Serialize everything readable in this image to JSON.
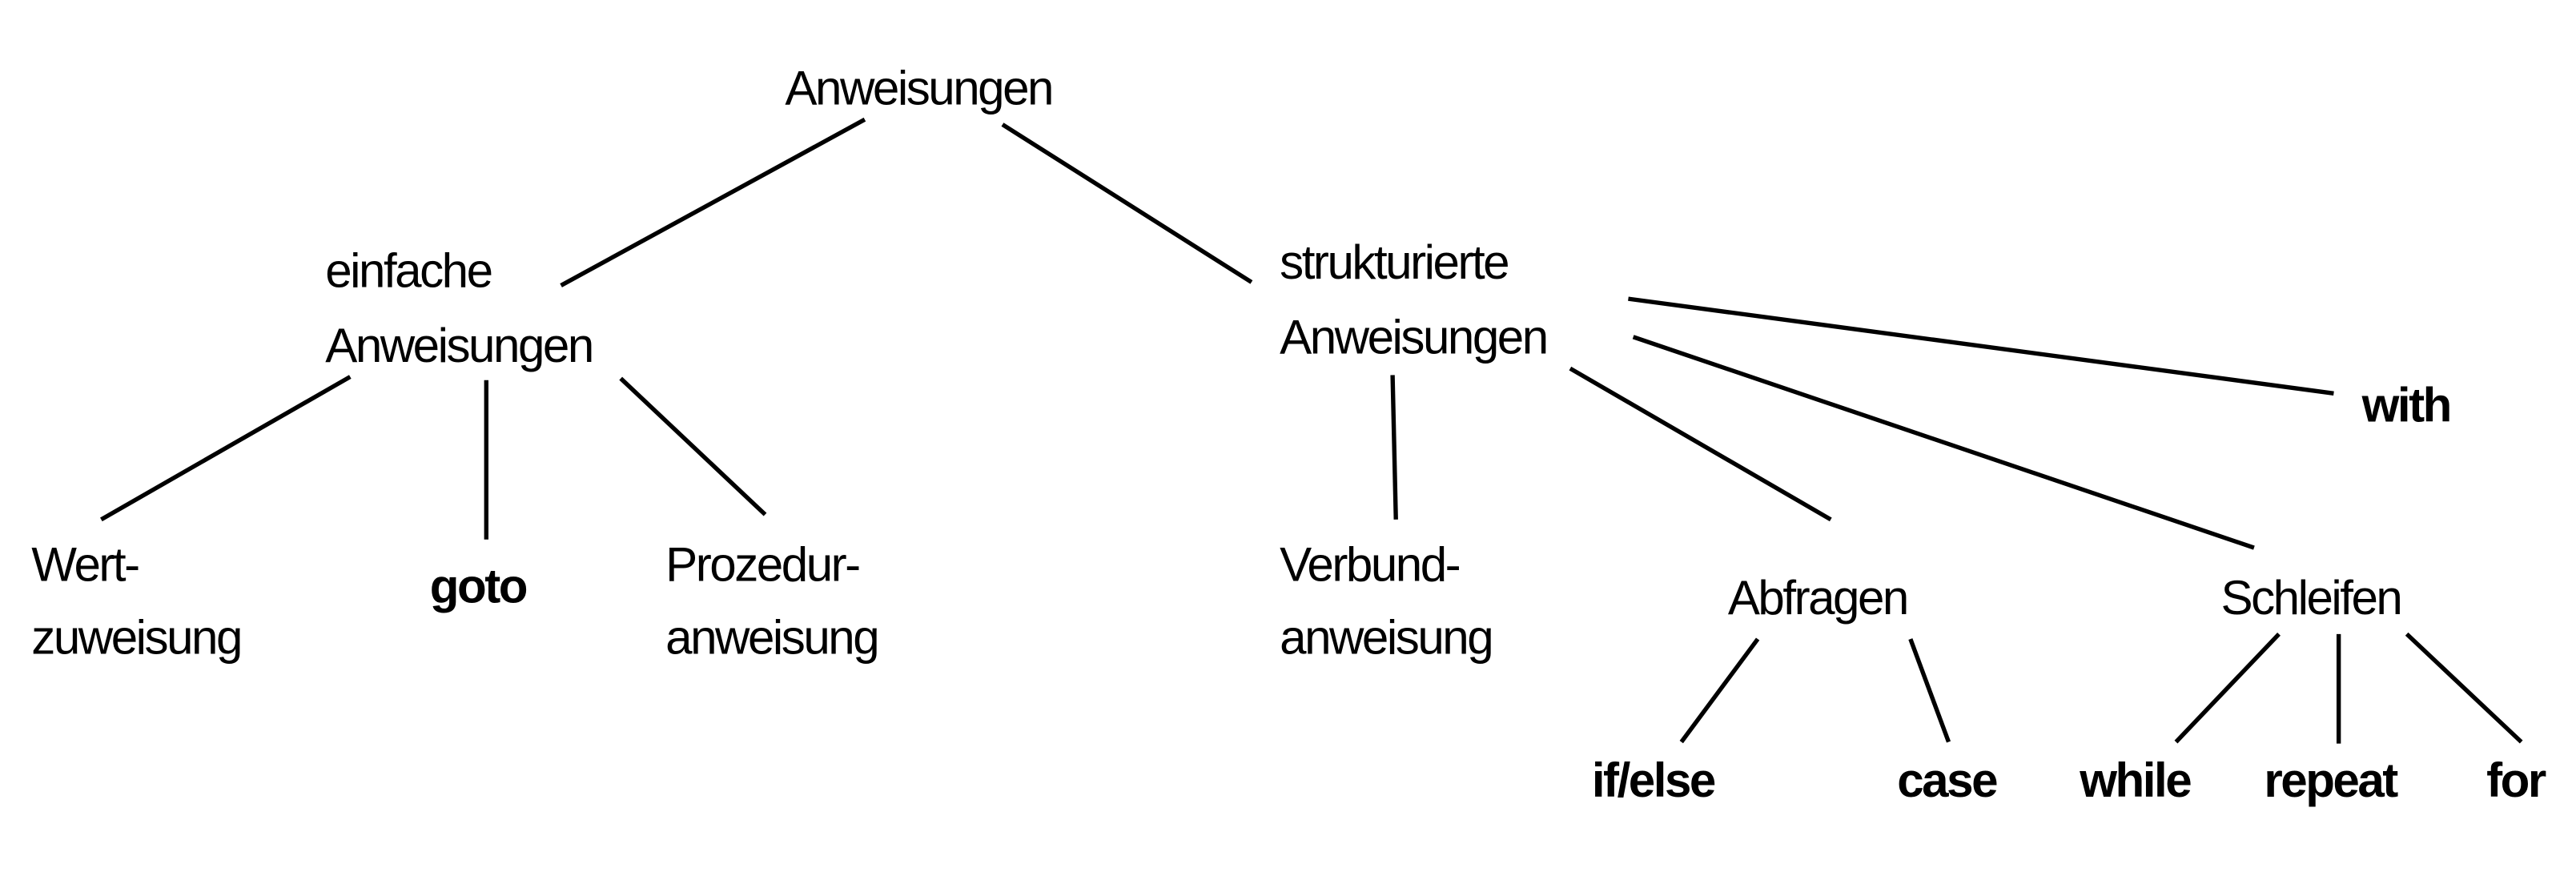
{
  "root": "Anweisungen",
  "einfache": {
    "line1": "einfache",
    "line2": "Anweisungen"
  },
  "strukturierte": {
    "line1": "strukturierte",
    "line2": "Anweisungen"
  },
  "wertzuweisung": {
    "line1": "Wert-",
    "line2": "zuweisung"
  },
  "goto": "goto",
  "prozedur": {
    "line1": "Prozedur-",
    "line2": "anweisung"
  },
  "verbund": {
    "line1": "Verbund-",
    "line2": "anweisung"
  },
  "abfragen": "Abfragen",
  "schleifen": "Schleifen",
  "with": "with",
  "ifelse": "if/else",
  "case": "case",
  "while": "while",
  "repeat": "repeat",
  "for": "for"
}
